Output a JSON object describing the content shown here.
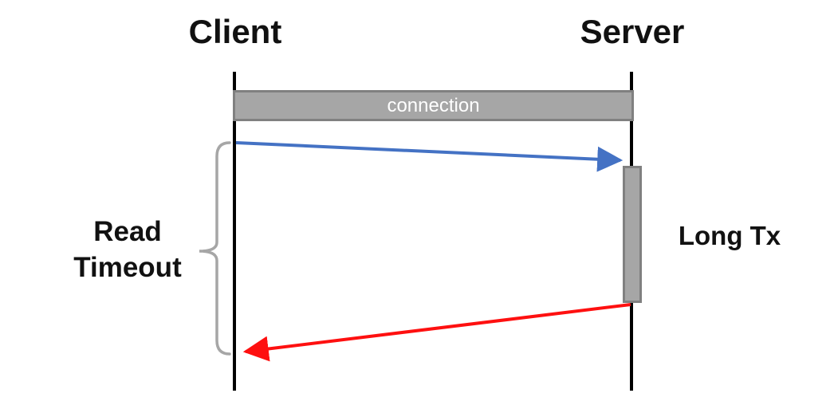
{
  "diagram": {
    "type": "sequence-diagram",
    "actors": [
      {
        "name": "Client"
      },
      {
        "name": "Server"
      }
    ],
    "connection": {
      "label": "connection"
    },
    "activation": {
      "label": "Long Tx"
    },
    "bracket": {
      "label_line1": "Read",
      "label_line2": "Timeout"
    },
    "messages": [
      {
        "from": "Client",
        "to": "Server",
        "color": "#4472c4"
      },
      {
        "from": "Server",
        "to": "Client",
        "color": "#fe1010"
      }
    ],
    "colors": {
      "background": "#ffffff",
      "lifeline": "#000000",
      "bar_fill": "#a6a6a6",
      "bar_border": "#808080",
      "bracket": "#a6a6a6",
      "blue_arrow": "#4472c4",
      "red_arrow": "#fe1010",
      "title_text": "#111111",
      "connection_text": "#ffffff"
    }
  }
}
